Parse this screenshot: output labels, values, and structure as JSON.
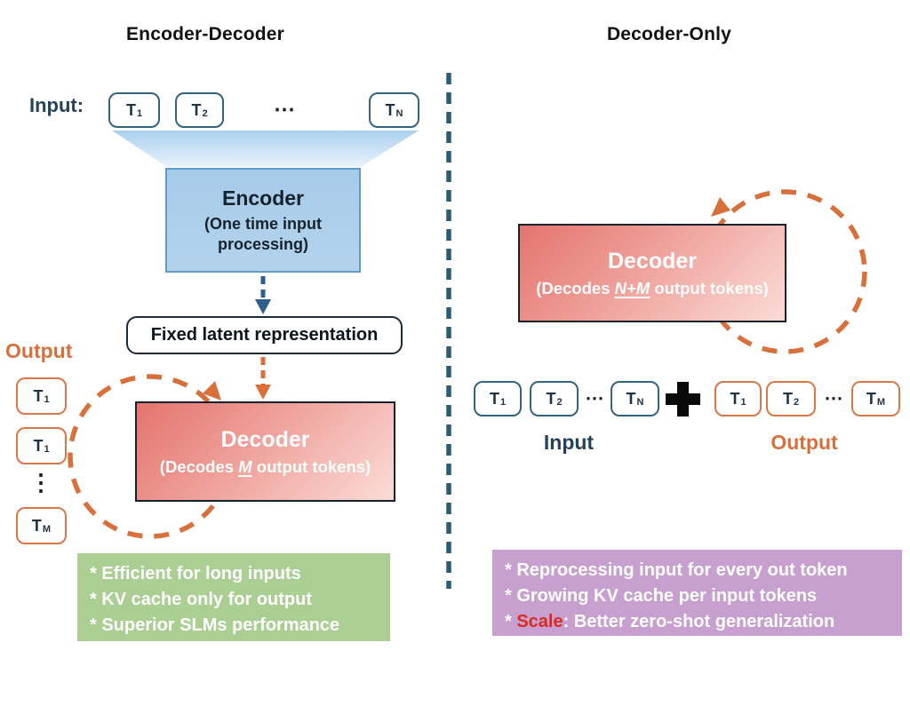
{
  "left": {
    "title": "Encoder-Decoder",
    "input_label": "Input:",
    "input_tokens": [
      {
        "base": "T",
        "sub": "1"
      },
      {
        "base": "T",
        "sub": "2"
      },
      {
        "base": "T",
        "sub": "N"
      }
    ],
    "input_ellipsis": "⋯",
    "encoder": {
      "title": "Encoder",
      "subtitle": "(One time input processing)"
    },
    "latent_label": "Fixed latent representation",
    "decoder": {
      "title": "Decoder",
      "sub_prefix": "(Decodes ",
      "sub_em": "M",
      "sub_suffix": " output tokens)"
    },
    "output_label": "Output",
    "output_tokens": [
      {
        "base": "T",
        "sub": "1"
      },
      {
        "base": "T",
        "sub": "1"
      },
      {
        "base": "T",
        "sub": "M"
      }
    ],
    "output_ellipsis": "⋮",
    "notes": [
      "* Efficient for long inputs",
      "* KV cache only for output",
      "* Superior SLMs performance"
    ]
  },
  "right": {
    "title": "Decoder-Only",
    "decoder": {
      "title": "Decoder",
      "sub_prefix": "(Decodes ",
      "sub_em": "N+M",
      "sub_suffix": " output tokens)"
    },
    "input_tokens": [
      {
        "base": "T",
        "sub": "1"
      },
      {
        "base": "T",
        "sub": "2"
      },
      {
        "base": "T",
        "sub": "N"
      }
    ],
    "input_ellipsis": "⋯",
    "output_tokens": [
      {
        "base": "T",
        "sub": "1"
      },
      {
        "base": "T",
        "sub": "2"
      },
      {
        "base": "T",
        "sub": "M"
      }
    ],
    "output_ellipsis": "⋯",
    "input_label": "Input",
    "output_label": "Output",
    "notes": [
      "* Reprocessing input for every out token",
      "* Growing KV cache per input tokens"
    ],
    "note_scale": {
      "prefix": "* ",
      "highlight": "Scale",
      "suffix": ": Better zero-shot generalization"
    }
  },
  "icons": {
    "combine": "plus-icon",
    "loop_left": "decoder-loop-arrow",
    "loop_right": "decoder-loop-arrow"
  },
  "colors": {
    "accent_orange": "#d8703c",
    "token_blue_border": "#31647f",
    "token_orange_border": "#d8774a",
    "navy_text": "#26425a",
    "encoder_fill": "#a8cce9",
    "encoder_border": "#639bc8",
    "decoder_gradient_start": "#e4746d",
    "decoder_gradient_end": "#fbdcd7",
    "green_note_bg": "#abce92",
    "purple_note_bg": "#c8a0cf",
    "scale_red": "#d92b20",
    "divider_blue": "#2d5a74",
    "arrow_blue": "#2d5f8a"
  }
}
